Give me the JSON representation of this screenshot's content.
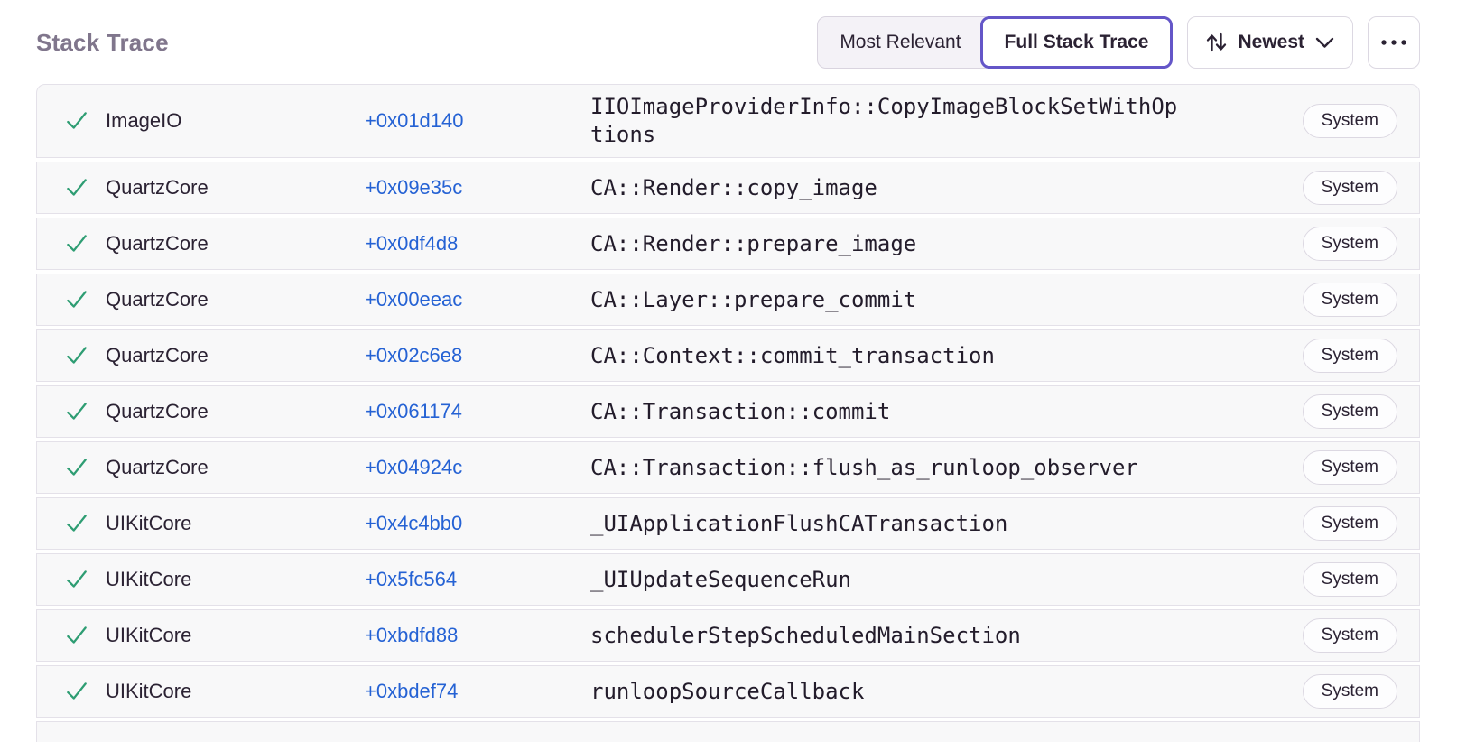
{
  "header": {
    "title": "Stack Trace"
  },
  "toolbar": {
    "view_toggle": {
      "most_relevant": "Most Relevant",
      "full_stack_trace": "Full Stack Trace",
      "active_view": "Full Stack Trace"
    },
    "sort": {
      "label": "Newest"
    }
  },
  "colors": {
    "accent_purple": "#6456C8",
    "link_blue": "#2562D4",
    "check_green": "#2E9D73"
  },
  "stack_trace": {
    "frames": [
      {
        "module": "ImageIO",
        "address": "+0x01d140",
        "function": "IIOImageProviderInfo::CopyImageBlockSetWithOptions",
        "tag": "System"
      },
      {
        "module": "QuartzCore",
        "address": "+0x09e35c",
        "function": "CA::Render::copy_image",
        "tag": "System"
      },
      {
        "module": "QuartzCore",
        "address": "+0x0df4d8",
        "function": "CA::Render::prepare_image",
        "tag": "System"
      },
      {
        "module": "QuartzCore",
        "address": "+0x00eeac",
        "function": "CA::Layer::prepare_commit",
        "tag": "System"
      },
      {
        "module": "QuartzCore",
        "address": "+0x02c6e8",
        "function": "CA::Context::commit_transaction",
        "tag": "System"
      },
      {
        "module": "QuartzCore",
        "address": "+0x061174",
        "function": "CA::Transaction::commit",
        "tag": "System"
      },
      {
        "module": "QuartzCore",
        "address": "+0x04924c",
        "function": "CA::Transaction::flush_as_runloop_observer",
        "tag": "System"
      },
      {
        "module": "UIKitCore",
        "address": "+0x4c4bb0",
        "function": "_UIApplicationFlushCATransaction",
        "tag": "System"
      },
      {
        "module": "UIKitCore",
        "address": "+0x5fc564",
        "function": "_UIUpdateSequenceRun",
        "tag": "System"
      },
      {
        "module": "UIKitCore",
        "address": "+0xbdfd88",
        "function": "schedulerStepScheduledMainSection",
        "tag": "System"
      },
      {
        "module": "UIKitCore",
        "address": "+0xbdef74",
        "function": "runloopSourceCallback",
        "tag": "System"
      }
    ]
  }
}
